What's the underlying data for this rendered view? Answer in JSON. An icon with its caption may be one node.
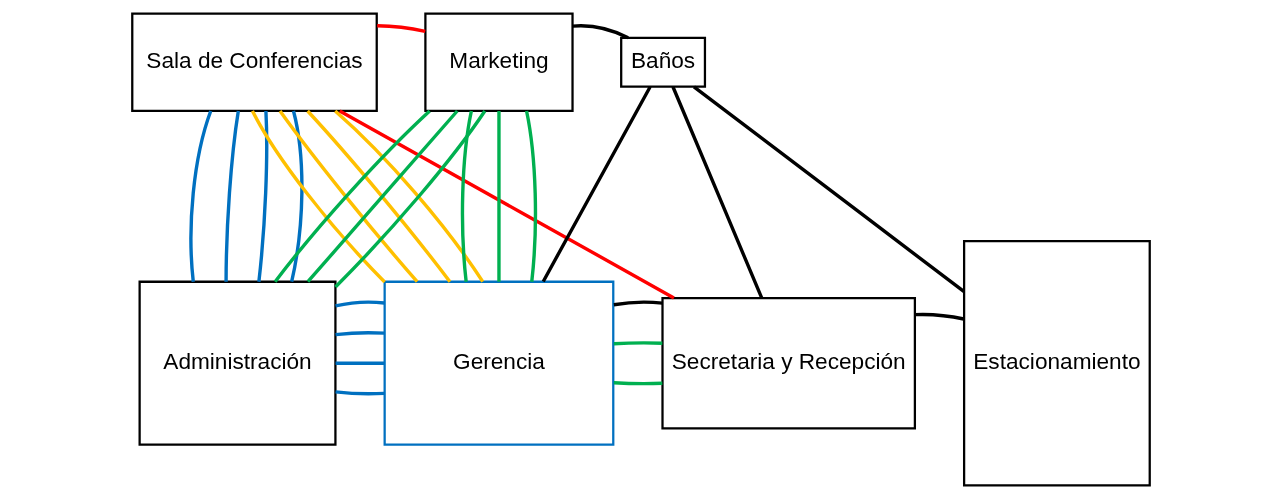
{
  "diagram": {
    "nodes": [
      {
        "text": [
          "Sala de Conferencias"
        ]
      },
      {
        "text": [
          "Marketing"
        ]
      },
      {
        "text": [
          "Baños"
        ]
      },
      {
        "text": [
          "Estacionamiento"
        ]
      },
      {
        "text": [
          "Administración"
        ]
      },
      {
        "text": [
          "Gerencia"
        ]
      },
      {
        "text": [
          "Secretaria y Recepción"
        ]
      }
    ],
    "edges": [
      {
        "from": 0,
        "to": 1,
        "arrow": "none",
        "color": "#ff0000"
      },
      {
        "from": 1,
        "to": 2,
        "arrow": "none",
        "color": "#000000"
      },
      {
        "from": 2,
        "to": 3,
        "arrow": "none",
        "color": "#000000"
      },
      {
        "from": 0,
        "to": 6,
        "arrow": "none",
        "color": "#ff0000"
      },
      {
        "from": 0,
        "to": 4,
        "arrow": "none",
        "color": "#0070c0"
      },
      {
        "from": 0,
        "to": 4,
        "arrow": "none",
        "color": "#0070c0"
      },
      {
        "from": 0,
        "to": 4,
        "arrow": "none",
        "color": "#0070c0"
      },
      {
        "from": 0,
        "to": 4,
        "arrow": "none",
        "color": "#0070c0"
      },
      {
        "from": 0,
        "to": 5,
        "arrow": "none",
        "color": "#ffc000"
      },
      {
        "from": 0,
        "to": 5,
        "arrow": "none",
        "color": "#ffc000"
      },
      {
        "from": 0,
        "to": 5,
        "arrow": "none",
        "color": "#ffc000"
      },
      {
        "from": 0,
        "to": 5,
        "arrow": "none",
        "color": "#ffc000"
      },
      {
        "from": 1,
        "to": 4,
        "arrow": "none",
        "color": "#00b050"
      },
      {
        "from": 1,
        "to": 4,
        "arrow": "none",
        "color": "#00b050"
      },
      {
        "from": 1,
        "to": 4,
        "arrow": "none",
        "color": "#00b050"
      },
      {
        "from": 1,
        "to": 5,
        "arrow": "none",
        "color": "#00b050"
      },
      {
        "from": 1,
        "to": 5,
        "arrow": "none",
        "color": "#00b050"
      },
      {
        "from": 1,
        "to": 5,
        "arrow": "none",
        "color": "#00b050"
      },
      {
        "from": 2,
        "to": 5,
        "arrow": "none",
        "color": "#000000"
      },
      {
        "from": 2,
        "to": 6,
        "arrow": "none",
        "color": "#000000"
      },
      {
        "from": 6,
        "to": 3,
        "arrow": "none",
        "color": "#000000"
      },
      {
        "from": 4,
        "to": 5,
        "arrow": "none",
        "color": "#0070c0"
      },
      {
        "from": 4,
        "to": 5,
        "arrow": "none",
        "color": "#0070c0"
      },
      {
        "from": 4,
        "to": 5,
        "arrow": "none",
        "color": "#0070c0"
      },
      {
        "from": 4,
        "to": 5,
        "arrow": "none",
        "color": "#0070c0"
      },
      {
        "from": 5,
        "to": 6,
        "arrow": "none",
        "color": "#00b050"
      },
      {
        "from": 5,
        "to": 6,
        "arrow": "none",
        "color": "#00b050"
      },
      {
        "from": 5,
        "to": 6,
        "arrow": "none",
        "color": "#000000"
      }
    ]
  }
}
